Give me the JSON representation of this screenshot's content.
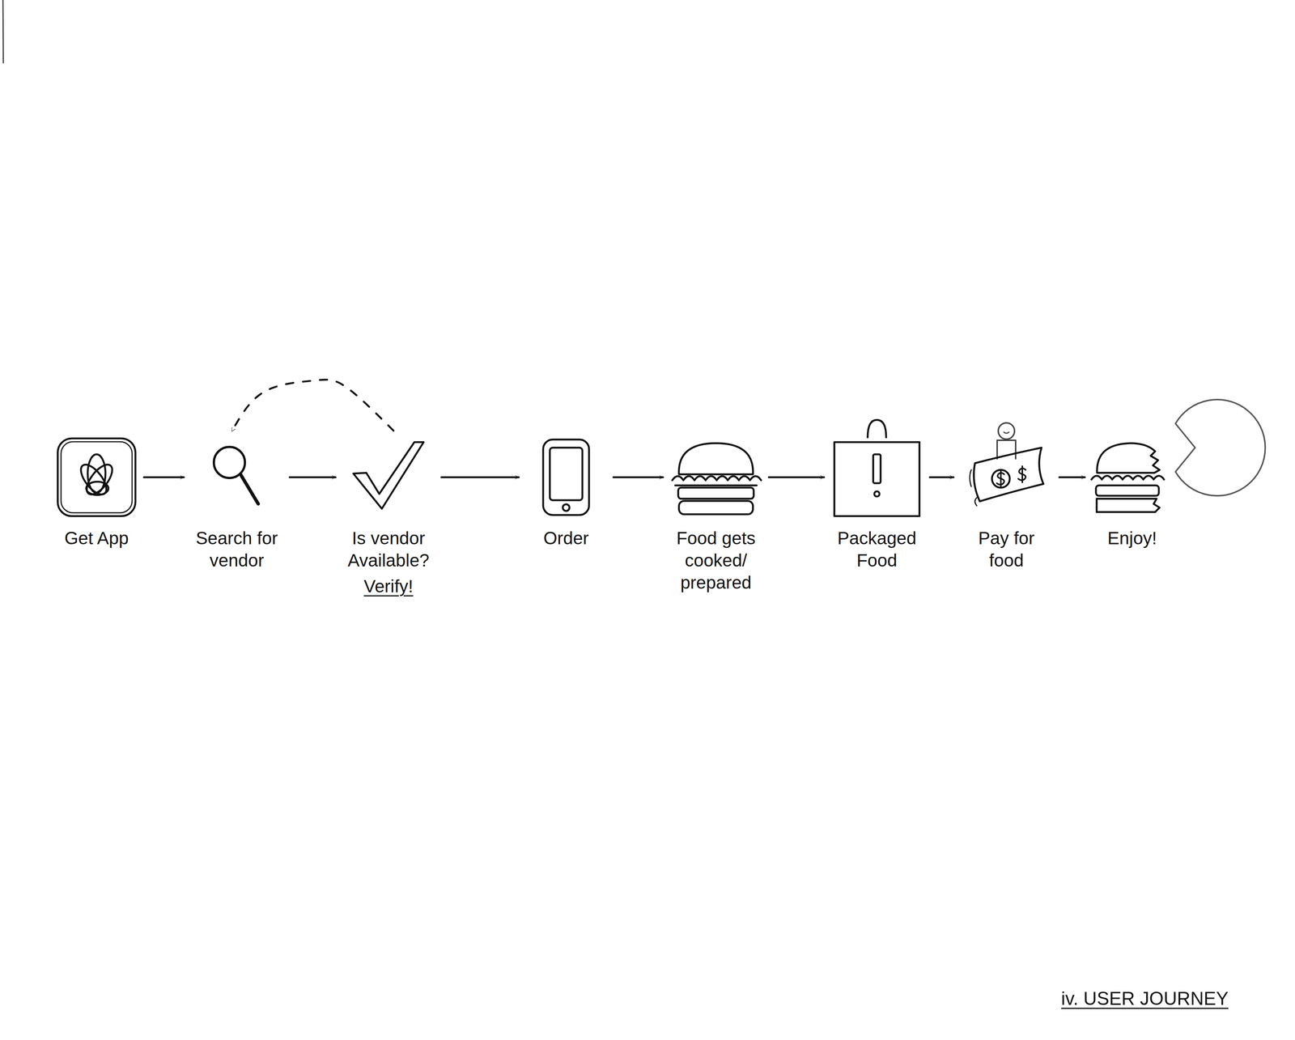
{
  "diagram": {
    "caption": "iv. USER JOURNEY",
    "nodes": [
      {
        "text": [
          "Get App"
        ]
      },
      {
        "text": [
          "Search for vendor"
        ]
      },
      {
        "text": [
          "Is vendor Available?",
          "Verify!"
        ]
      },
      {
        "text": [
          "Order"
        ]
      },
      {
        "text": [
          "Food gets cooked/ prepared"
        ]
      },
      {
        "text": [
          "Packaged Food"
        ]
      },
      {
        "text": [
          "Pay for food"
        ]
      },
      {
        "text": [
          "Enjoy!"
        ]
      }
    ],
    "edges": [
      {
        "from": 0,
        "to": 1,
        "arrow": "to"
      },
      {
        "from": 1,
        "to": 2,
        "arrow": "to"
      },
      {
        "from": 2,
        "to": 1,
        "arrow": "to"
      },
      {
        "from": 2,
        "to": 3,
        "arrow": "to"
      },
      {
        "from": 3,
        "to": 4,
        "arrow": "to"
      },
      {
        "from": 4,
        "to": 5,
        "arrow": "to"
      },
      {
        "from": 5,
        "to": 6,
        "arrow": "to"
      },
      {
        "from": 6,
        "to": 7,
        "arrow": "to"
      }
    ]
  }
}
